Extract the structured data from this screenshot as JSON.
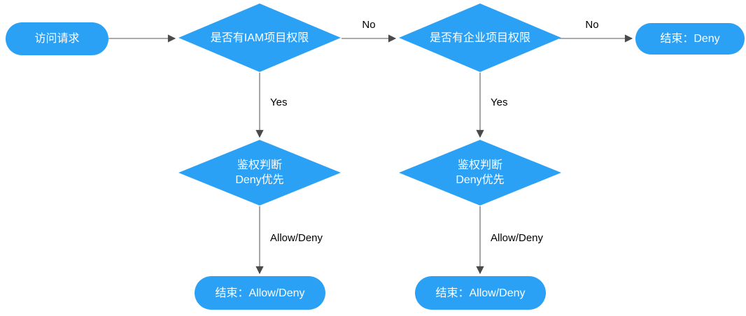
{
  "colors": {
    "background": "#ffffff",
    "node_fill": "#2BA1F6",
    "node_text": "#ffffff",
    "arrow_line": "#8f8f8f",
    "arrow_head": "#4a4a4a",
    "label_text": "#000000"
  },
  "diagram": {
    "type": "flowchart",
    "description": "IAM / enterprise project permission authorization decision flow",
    "nodes": {
      "start": {
        "shape": "stadium",
        "label": "访问请求"
      },
      "decision_iam": {
        "shape": "diamond",
        "label": "是否有IAM项目权限"
      },
      "decision_enterprise": {
        "shape": "diamond",
        "label": "是否有企业项目权限"
      },
      "auth_judgment_left": {
        "shape": "diamond",
        "line1": "鉴权判断",
        "line2": "Deny优先"
      },
      "auth_judgment_right": {
        "shape": "diamond",
        "line1": "鉴权判断",
        "line2": "Deny优先"
      },
      "end_deny": {
        "shape": "stadium",
        "label": "结束：Deny"
      },
      "end_allow_deny_left": {
        "shape": "stadium",
        "label": "结束：Allow/Deny"
      },
      "end_allow_deny_right": {
        "shape": "stadium",
        "label": "结束：Allow/Deny"
      }
    },
    "edge_labels": {
      "no_iam": "No",
      "no_enterprise": "No",
      "yes_iam": "Yes",
      "yes_enterprise": "Yes",
      "allow_deny_left": "Allow/Deny",
      "allow_deny_right": "Allow/Deny"
    }
  }
}
